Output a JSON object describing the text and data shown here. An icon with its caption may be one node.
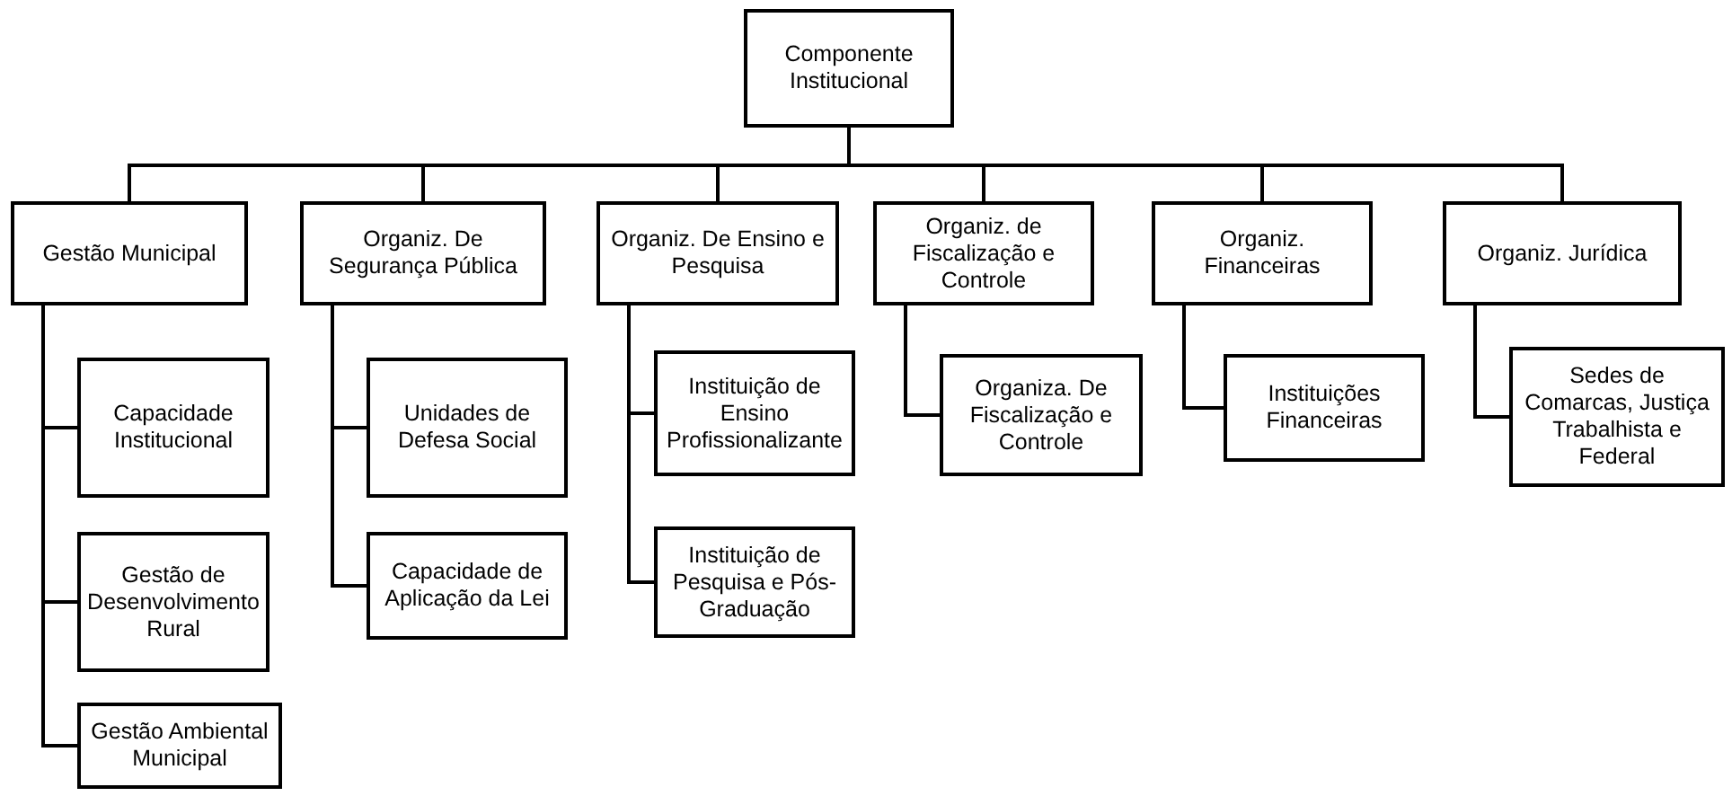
{
  "diagram": {
    "nodes": [
      {
        "text": [
          "Componente Institucional"
        ]
      },
      {
        "text": [
          "Gestão Municipal"
        ]
      },
      {
        "text": [
          "Organiz. De Segurança Pública"
        ]
      },
      {
        "text": [
          "Organiz. De Ensino e Pesquisa"
        ]
      },
      {
        "text": [
          "Organiz. de Fiscalização e Controle"
        ]
      },
      {
        "text": [
          "Organiz. Financeiras"
        ]
      },
      {
        "text": [
          "Organiz. Jurídica"
        ]
      },
      {
        "text": [
          "Capacidade Institucional"
        ]
      },
      {
        "text": [
          "Gestão de Desenvolvimento Rural"
        ]
      },
      {
        "text": [
          "Gestão Ambiental Municipal"
        ]
      },
      {
        "text": [
          "Unidades de Defesa Social"
        ]
      },
      {
        "text": [
          "Capacidade de Aplicação da Lei"
        ]
      },
      {
        "text": [
          "Instituição de Ensino Profissionalizante"
        ]
      },
      {
        "text": [
          "Instituição de Pesquisa e Pós-Graduação"
        ]
      },
      {
        "text": [
          "Organiza. De Fiscalização e Controle"
        ]
      },
      {
        "text": [
          "Instituições Financeiras"
        ]
      },
      {
        "text": [
          "Sedes de Comarcas, Justiça Trabalhista e Federal"
        ]
      }
    ],
    "edges": [
      {
        "from": 0,
        "to": 1,
        "arrow": "none"
      },
      {
        "from": 0,
        "to": 2,
        "arrow": "none"
      },
      {
        "from": 0,
        "to": 3,
        "arrow": "none"
      },
      {
        "from": 0,
        "to": 4,
        "arrow": "none"
      },
      {
        "from": 0,
        "to": 5,
        "arrow": "none"
      },
      {
        "from": 0,
        "to": 6,
        "arrow": "none"
      },
      {
        "from": 1,
        "to": 7,
        "arrow": "none"
      },
      {
        "from": 1,
        "to": 8,
        "arrow": "none"
      },
      {
        "from": 1,
        "to": 9,
        "arrow": "none"
      },
      {
        "from": 2,
        "to": 10,
        "arrow": "none"
      },
      {
        "from": 2,
        "to": 11,
        "arrow": "none"
      },
      {
        "from": 3,
        "to": 12,
        "arrow": "none"
      },
      {
        "from": 3,
        "to": 13,
        "arrow": "none"
      },
      {
        "from": 4,
        "to": 14,
        "arrow": "none"
      },
      {
        "from": 5,
        "to": 15,
        "arrow": "none"
      },
      {
        "from": 6,
        "to": 16,
        "arrow": "none"
      }
    ]
  }
}
